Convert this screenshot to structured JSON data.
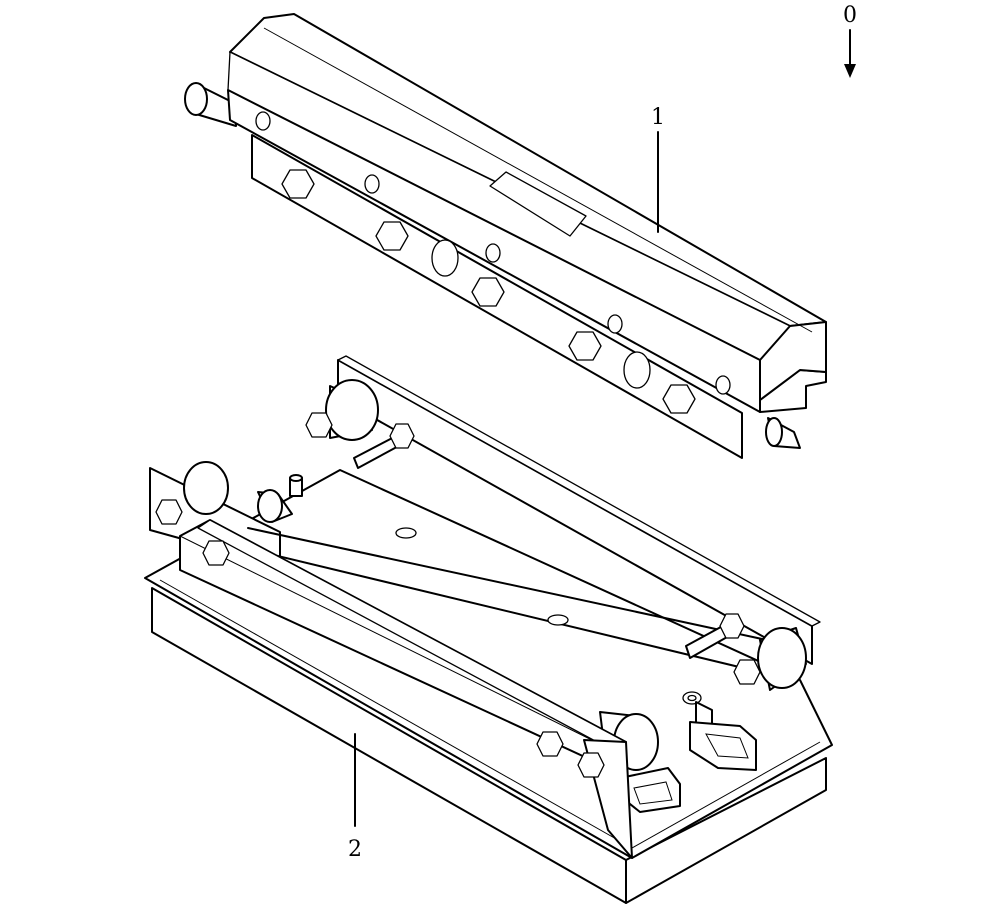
{
  "diagram": {
    "labels": {
      "top_part": "1",
      "bottom_part": "2",
      "direction": "0"
    },
    "colors": {
      "line": "#000000",
      "background": "#ffffff"
    }
  }
}
